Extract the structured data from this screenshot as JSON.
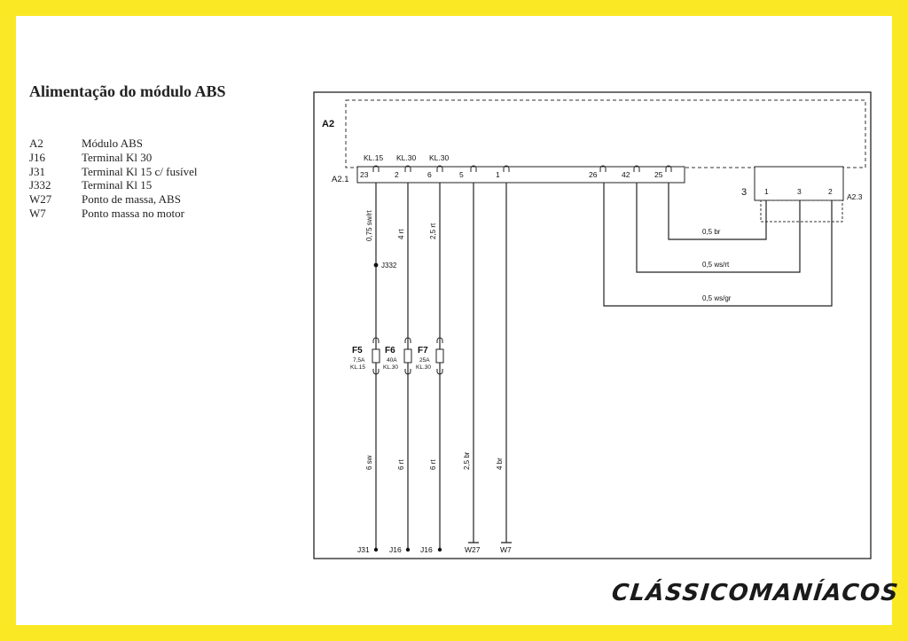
{
  "title": "Alimentação do módulo ABS",
  "legend": [
    {
      "code": "A2",
      "desc": "Módulo ABS"
    },
    {
      "code": "J16",
      "desc": "Terminal Kl 30"
    },
    {
      "code": "J31",
      "desc": "Terminal Kl 15 c/ fusível"
    },
    {
      "code": "J332",
      "desc": "Terminal Kl 15"
    },
    {
      "code": "W27",
      "desc": "Ponto de massa, ABS"
    },
    {
      "code": "W7",
      "desc": "Ponto massa no motor"
    }
  ],
  "diagram": {
    "module_label": "A2",
    "connector_a21": "A2.1",
    "connector_a23": "A2.3",
    "connector_3": "3",
    "kl_labels": [
      "KL.15",
      "KL.30",
      "KL.30"
    ],
    "pins_a21": [
      "23",
      "2",
      "6",
      "5",
      "1",
      "26",
      "42",
      "25"
    ],
    "pins_a23": [
      "1",
      "3",
      "2"
    ],
    "wires_vertical": [
      "0,75 sw/rt",
      "4 rt",
      "2,5 rt"
    ],
    "wires_lower": [
      "6 sw",
      "6 rt",
      "6 rt",
      "2,5 br",
      "4 br"
    ],
    "wires_horizontal": [
      "0,5 br",
      "0,5 ws/rt",
      "0,5 ws/gr"
    ],
    "splice_label": "J332",
    "fuses": [
      {
        "name": "F5",
        "rating": "7,5A",
        "kl": "KL.15"
      },
      {
        "name": "F6",
        "rating": "40A",
        "kl": "KL.30"
      },
      {
        "name": "F7",
        "rating": "25A",
        "kl": "KL.30"
      }
    ],
    "terminals": [
      "J31",
      "J16",
      "J16",
      "W27",
      "W7"
    ]
  },
  "brand": "CLÁSSICOMANÍACOS"
}
